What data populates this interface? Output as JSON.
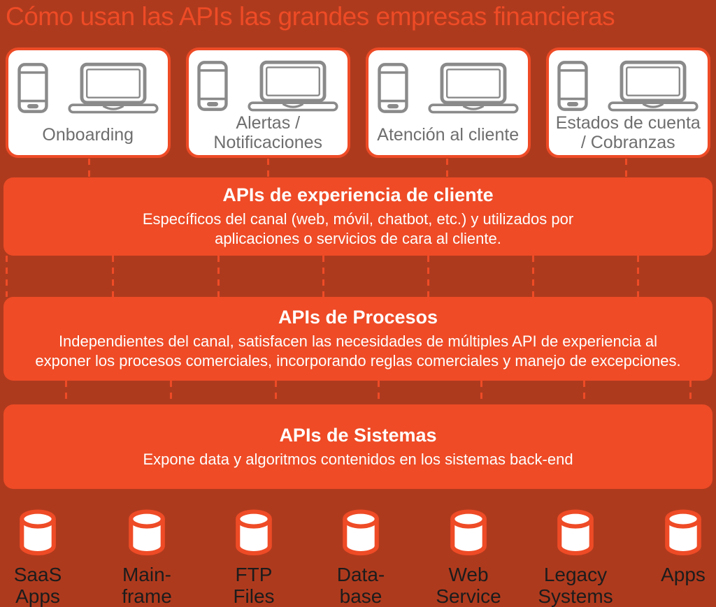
{
  "title": "Cómo usan las APIs las grandes empresas financieras",
  "colors": {
    "background": "#AE3A1D",
    "accent_orange": "#EE4B26",
    "card_background": "#FFFFFF",
    "device_icon_gray": "#8A8A8A",
    "card_label_gray": "#6E6E6E",
    "band_text": "#FFFFFF",
    "source_label_black": "#1C1C1C"
  },
  "icons": {
    "smartphone": "smartphone-icon",
    "laptop": "laptop-icon",
    "database": "database-cylinder-icon"
  },
  "channel_cards": [
    {
      "label": "Onboarding"
    },
    {
      "label": "Alertas /\nNotificaciones"
    },
    {
      "label": "Atención al cliente"
    },
    {
      "label": "Estados de cuenta\n/ Cobranzas"
    }
  ],
  "api_bands": [
    {
      "title": "APIs de experiencia de cliente",
      "description": "Específicos del canal (web, móvil, chatbot, etc.) y utilizados por\naplicaciones o servicios de cara al cliente."
    },
    {
      "title": "APIs de Procesos",
      "description": "Independientes del canal, satisfacen las necesidades de múltiples API de experiencia al\nexponer los procesos comerciales, incorporando reglas comerciales y manejo de excepciones."
    },
    {
      "title": "APIs de Sistemas",
      "description": "Expone data y algoritmos contenidos en los sistemas back-end"
    }
  ],
  "backend_systems": [
    {
      "label": "SaaS\nApps"
    },
    {
      "label": "Main-\nframe"
    },
    {
      "label": "FTP\nFiles"
    },
    {
      "label": "Data-\nbase"
    },
    {
      "label": "Web\nService"
    },
    {
      "label": "Legacy\nSystems"
    },
    {
      "label": "Apps"
    }
  ]
}
